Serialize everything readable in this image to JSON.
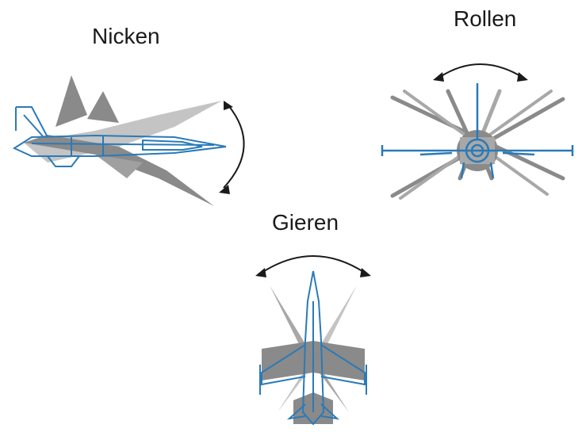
{
  "labels": {
    "pitch": "Nicken",
    "roll": "Rollen",
    "yaw": "Gieren"
  },
  "colors": {
    "aircraft_outline": "#2a7ab8",
    "silhouette_dark": "#8a8a8a",
    "silhouette_light": "#c4c4c4",
    "arrow": "#1a1a1a",
    "text": "#1a1a1a"
  },
  "icons": {
    "pitch": "jet-side-view-icon",
    "roll": "jet-front-view-icon",
    "yaw": "jet-top-view-icon",
    "arrow": "curved-double-arrow-icon"
  }
}
